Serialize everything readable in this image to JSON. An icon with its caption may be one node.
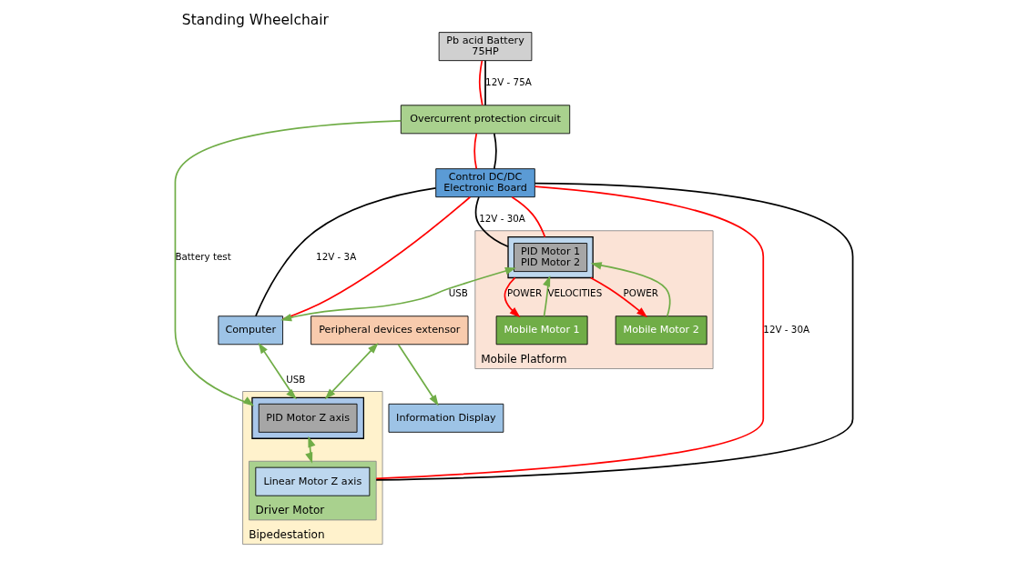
{
  "diagram": {
    "title": "Standing Wheelchair",
    "nodes": [
      {
        "text": [
          "Overcurrent protection circuit"
        ]
      },
      {
        "text": [
          "Control DC/DC",
          "Electronic Board"
        ]
      },
      {
        "text": [
          "Computer"
        ]
      },
      {
        "text": [
          "Information Display"
        ]
      },
      {
        "text": [
          "Peripheral devices extensor"
        ]
      },
      {
        "text": [
          "Bipedestation"
        ]
      },
      {
        "text": [],
        "shape": "box",
        "in": 5
      },
      {
        "text": [
          "PID Motor Z axis"
        ],
        "in": 6
      },
      {
        "text": [
          "Pb acid Battery",
          "75HP"
        ]
      },
      {
        "text": [
          "Mobile Platform"
        ]
      },
      {
        "text": [],
        "shape": "box",
        "in": 9
      },
      {
        "text": [
          "PID Motor 1",
          "PID Motor 2"
        ],
        "in": 10
      },
      {
        "text": [
          "Mobile Motor 1"
        ],
        "in": 9
      },
      {
        "text": [
          "Mobile Motor 2"
        ],
        "in": 9
      },
      {
        "text": [
          "Driver Motor"
        ],
        "in": 5
      },
      {
        "text": [
          "Linear Motor Z axis"
        ],
        "in": 14
      }
    ],
    "edges": [
      {
        "from": 0,
        "to": 1,
        "arrow": "none",
        "color": "#ff0000"
      },
      {
        "from": 0,
        "to": 1,
        "arrow": "none",
        "color": "#000000"
      },
      {
        "from": 1,
        "to": 2,
        "arrow": "none",
        "color": "#ff0000"
      },
      {
        "from": 1,
        "to": 2,
        "arrow": "none",
        "color": "#000000",
        "label": "12V - 3A"
      },
      {
        "from": 8,
        "to": 0,
        "arrow": "none",
        "color": "#ff0000"
      },
      {
        "from": 8,
        "to": 0,
        "arrow": "none",
        "color": "#000000",
        "label": "12V - 75A"
      },
      {
        "from": 1,
        "to": 10,
        "arrow": "none",
        "color": "#ff0000"
      },
      {
        "from": 1,
        "to": 10,
        "arrow": "none",
        "color": "#000000",
        "label": "12V - 30A"
      },
      {
        "from": 1,
        "to": 14,
        "arrow": "none",
        "color": "#ff0000",
        "label": "12V - 30A"
      },
      {
        "from": 1,
        "to": 14,
        "arrow": "none",
        "color": "#000000"
      },
      {
        "from": 0,
        "to": 6,
        "arrow": "to",
        "label": "Battery test"
      },
      {
        "from": 4,
        "to": 3,
        "arrow": "to"
      },
      {
        "from": 4,
        "to": 6,
        "arrow": "both"
      },
      {
        "from": 2,
        "to": 6,
        "arrow": "both",
        "label": "USB"
      },
      {
        "from": 6,
        "to": 14,
        "arrow": "both"
      },
      {
        "from": 11,
        "to": 2,
        "arrow": "both",
        "label": "USB"
      },
      {
        "from": 10,
        "to": 12,
        "arrow": "to",
        "color": "#ff0000",
        "label": "POWER"
      },
      {
        "from": 10,
        "to": 13,
        "arrow": "to",
        "color": "#ff0000",
        "label": "POWER"
      },
      {
        "from": 12,
        "to": 10,
        "arrow": "to",
        "label": "VELOCITIES"
      },
      {
        "from": 13,
        "to": 10,
        "arrow": "to"
      }
    ]
  }
}
